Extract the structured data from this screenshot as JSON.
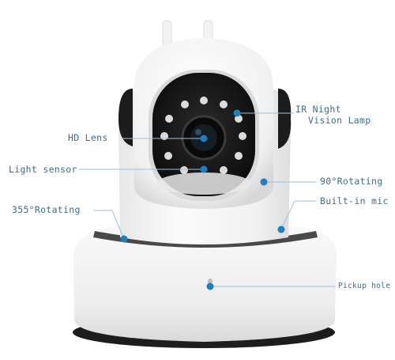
{
  "labels": {
    "ir_night_line1": "IR Night",
    "ir_night_line2": "Vision Lamp",
    "hd_lens": "HD Lens",
    "light_sensor": "Light sensor",
    "rotating_90": "90°Rotating",
    "builtin_mic": "Built-in mic",
    "rotating_355": "355°Rotating",
    "pickup_hole": "Pickup hole"
  },
  "colors": {
    "label_text": "#3a6f86",
    "callout_dot": "#1e7fc0",
    "leader_line": "#9cc3d6",
    "camera_body": "#f6f6f6",
    "lens_face": "#161616",
    "ir_led": "#dcdcdc"
  },
  "icons": {
    "callout_marker": "blue-dot",
    "ir_led": "ring-led",
    "lens": "camera-lens"
  }
}
